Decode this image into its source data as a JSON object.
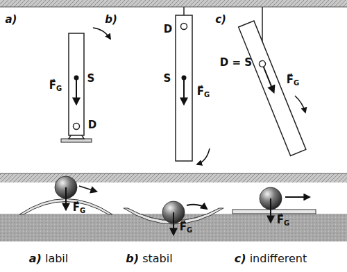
{
  "diagram": {
    "labels": [
      "a)",
      "S",
      "D",
      "F⃗G",
      "b)",
      "D",
      "S",
      "F⃗G",
      "c)",
      "D = S",
      "F⃗G",
      "F⃗G",
      "F⃗G",
      "F⃗G",
      "a) labil",
      "b) stabil",
      "c) indifferent"
    ]
  }
}
